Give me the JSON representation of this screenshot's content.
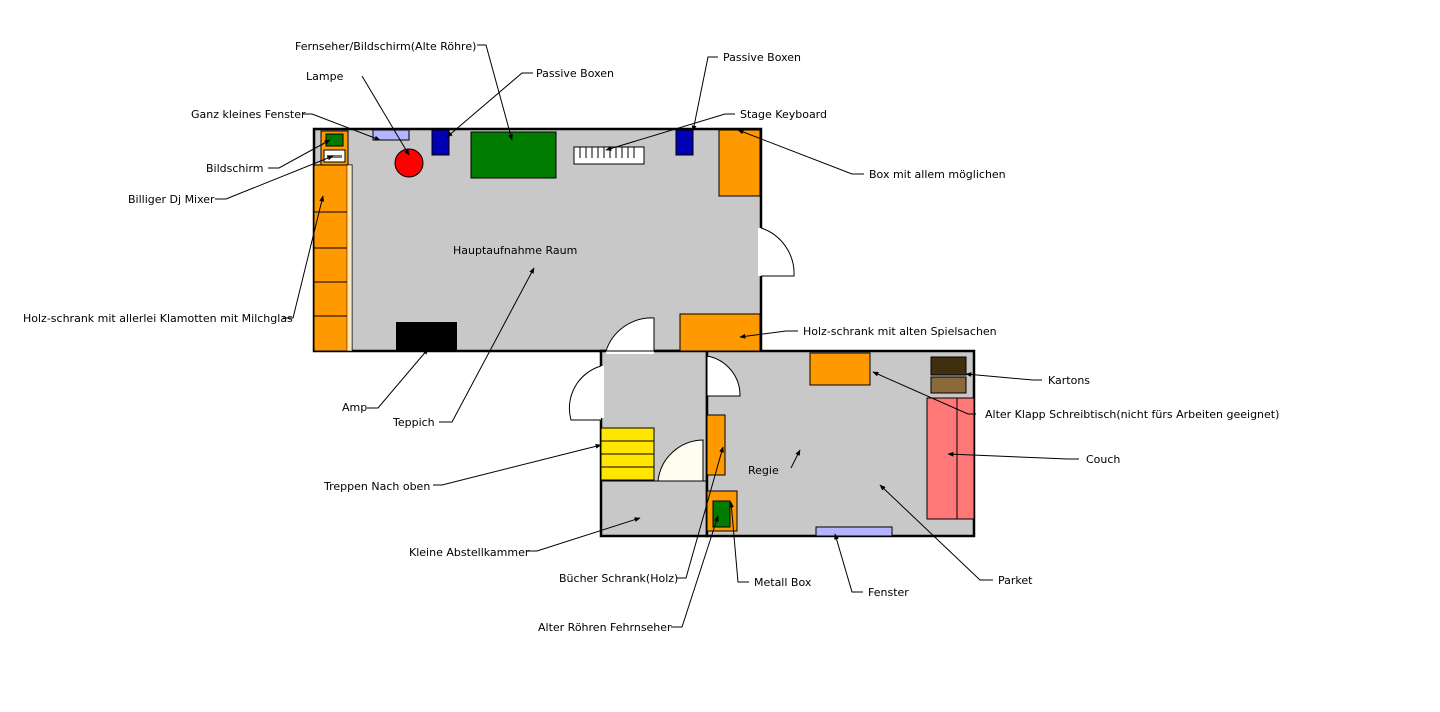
{
  "colors": {
    "floor": "#c8c8c8",
    "wall": "#000000",
    "wood": "#ff9900",
    "speaker": "#0000b4",
    "green": "#007c00",
    "window": "#b4b4ff",
    "lamp": "#ff0000",
    "stairs": "#ffe600",
    "couch": "#ff7878",
    "carton_dark": "#3f2f0f",
    "carton_light": "#8a6a3a"
  },
  "rooms": {
    "main": "Hauptaufnahme Raum",
    "regie": "Regie"
  },
  "labels": {
    "fernseher": "Fernseher/Bildschirm(Alte Röhre)",
    "lampe": "Lampe",
    "passive_boxen_1": "Passive Boxen",
    "passive_boxen_2": "Passive Boxen",
    "ganz_kleines_fenster": "Ganz kleines Fenster",
    "stage_keyboard": "Stage Keyboard",
    "bildschirm": "Bildschirm",
    "box_mit_allem": "Box mit allem möglichen",
    "billiger_dj_mixer": "Billiger Dj Mixer",
    "holz_schrank_klamotten": "Holz-schrank mit allerlei Klamotten mit Milchglas",
    "holz_schrank_spielsachen": "Holz-schrank mit alten Spielsachen",
    "kartons": "Kartons",
    "amp": "Amp",
    "alter_klapp": "Alter Klapp Schreibtisch(nicht fürs Arbeiten geeignet)",
    "teppich": "Teppich",
    "couch": "Couch",
    "treppen": "Treppen Nach oben",
    "kleine_abstellkammer": "Kleine Abstellkammer",
    "parket": "Parket",
    "buecher_schrank": "Bücher Schrank(Holz)",
    "metall_box": "Metall Box",
    "fenster": "Fenster",
    "alter_roehren": "Alter Röhren Fehrnseher"
  }
}
